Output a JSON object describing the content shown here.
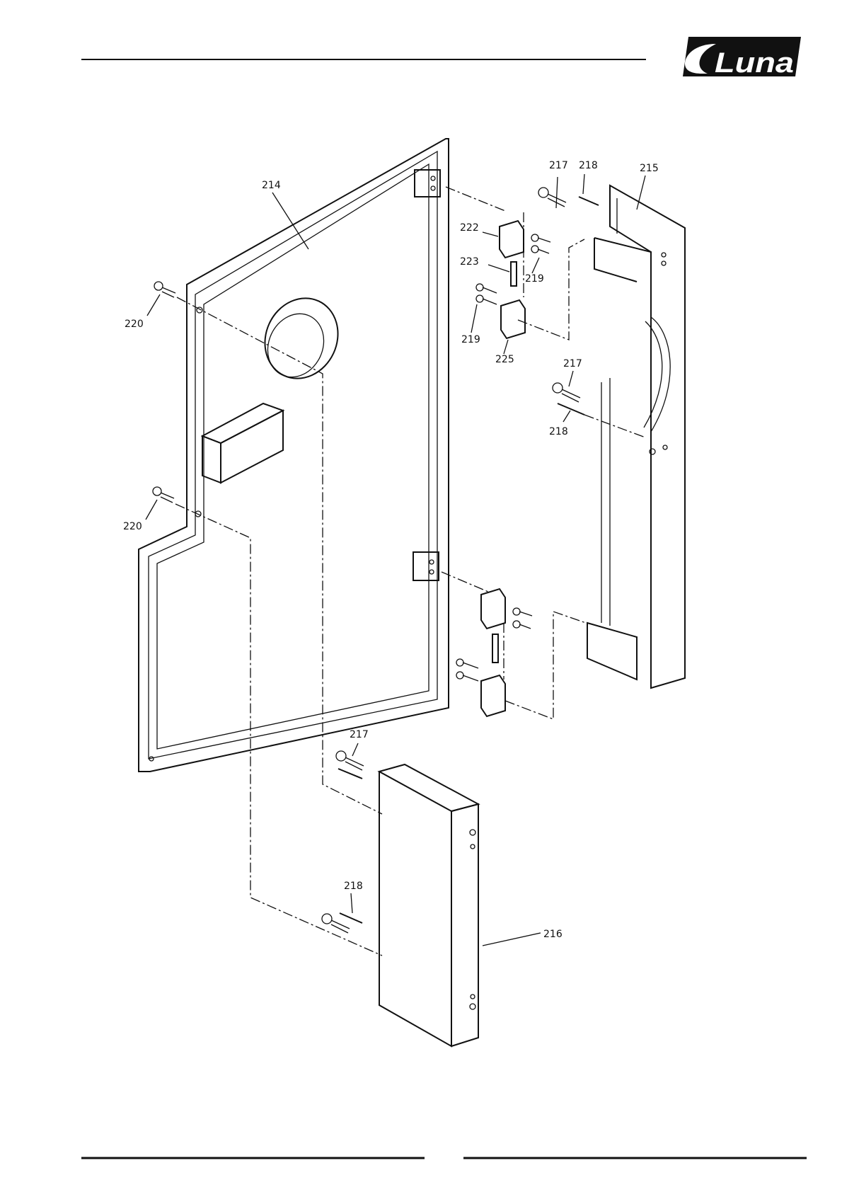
{
  "brand": {
    "name": "Luna",
    "logo_bg": "#111111",
    "logo_fg": "#ffffff"
  },
  "callouts": {
    "c214": "214",
    "c215": "215",
    "c216": "216",
    "c217a": "217",
    "c218a": "218",
    "c222": "222",
    "c219a": "219",
    "c223": "223",
    "c219b": "219",
    "c225": "225",
    "c217b": "217",
    "c218b": "218",
    "c220a": "220",
    "c220b": "220",
    "c217c": "217",
    "c218c": "218"
  }
}
